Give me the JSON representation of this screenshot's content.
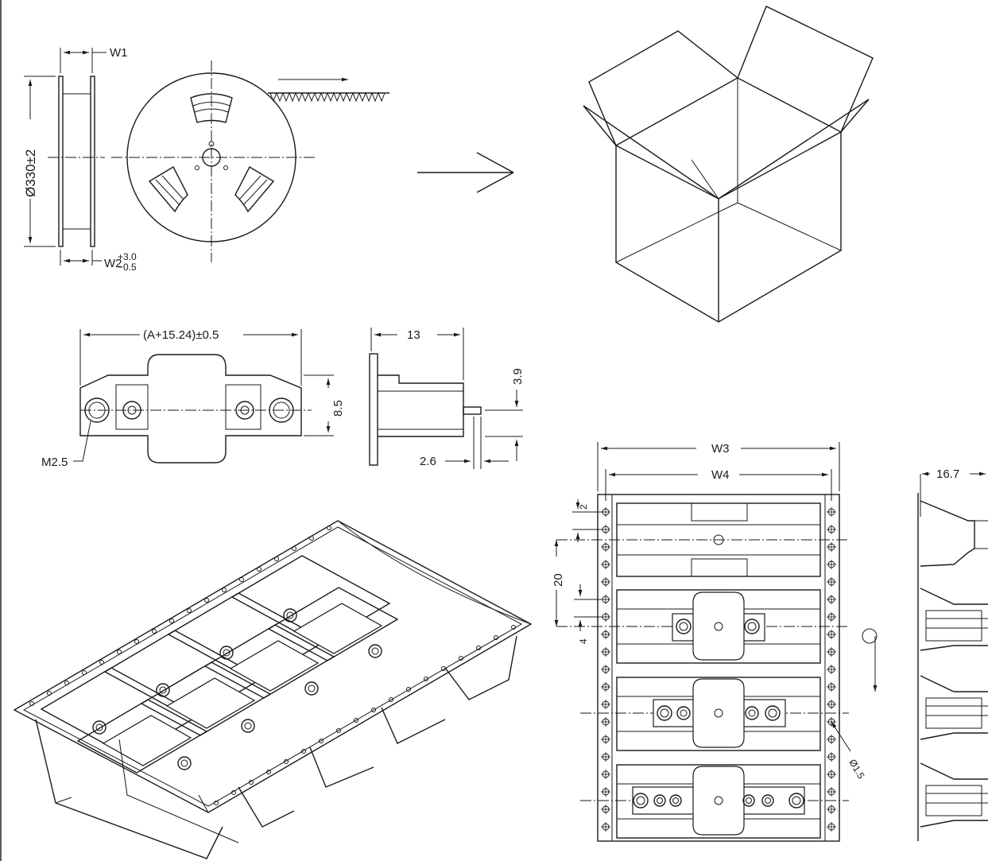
{
  "reel": {
    "diameter_label": "Ø330±2",
    "w1_label": "W1",
    "w2_label": "W2",
    "w2_tol_plus": "+3.0",
    "w2_tol_minus": "−0.5"
  },
  "connector_front": {
    "width_label": "(A+15.24)±0.5",
    "height_label": "8.5",
    "screw_label": "M2.5"
  },
  "connector_side": {
    "depth_label": "13",
    "pin_label": "3.9",
    "pitch_label": "2.6"
  },
  "tray_top": {
    "w3_label": "W3",
    "w4_label": "W4",
    "hole_pitch_label": "2",
    "cavity_pitch_label": "20",
    "offset_label": "4",
    "hole_dia_label": "Ø1.5"
  },
  "tray_side": {
    "depth_label": "16.7"
  },
  "colors": {
    "line": "#1a1a1a",
    "background": "#ffffff"
  }
}
